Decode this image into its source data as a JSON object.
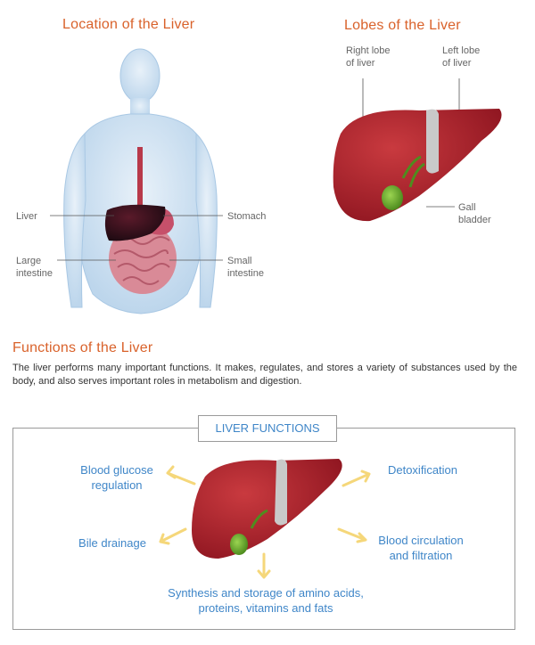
{
  "location": {
    "title": "Location of the Liver",
    "labels": {
      "liver": "Liver",
      "stomach": "Stomach",
      "large_intestine_1": "Large",
      "large_intestine_2": "intestine",
      "small_intestine_1": "Small",
      "small_intestine_2": "intestine"
    }
  },
  "lobes": {
    "title": "Lobes of the Liver",
    "labels": {
      "right_lobe_1": "Right lobe",
      "right_lobe_2": "of liver",
      "left_lobe_1": "Left lobe",
      "left_lobe_2": "of liver",
      "gall_1": "Gall",
      "gall_2": "bladder"
    }
  },
  "functions": {
    "title": "Functions of the Liver",
    "paragraph": "The liver performs many important functions. It makes, regulates, and stores a variety of substances used by the body, and also serves important roles in metabolism and digestion.",
    "box_title": "LIVER FUNCTIONS",
    "items": {
      "glucose_1": "Blood glucose",
      "glucose_2": "regulation",
      "detox": "Detoxification",
      "bile": "Bile drainage",
      "circulation_1": "Blood circulation",
      "circulation_2": "and filtration",
      "synthesis_1": "Synthesis and storage of amino acids,",
      "synthesis_2": "proteins, vitamins and fats"
    }
  },
  "colors": {
    "title_orange": "#d9622b",
    "label_blue": "#3f86c8",
    "liver_red": "#a8202a",
    "gallbladder_green": "#6fae2c",
    "arrow_yellow": "#f5d77a",
    "body_blue": "#cfe2f1"
  }
}
